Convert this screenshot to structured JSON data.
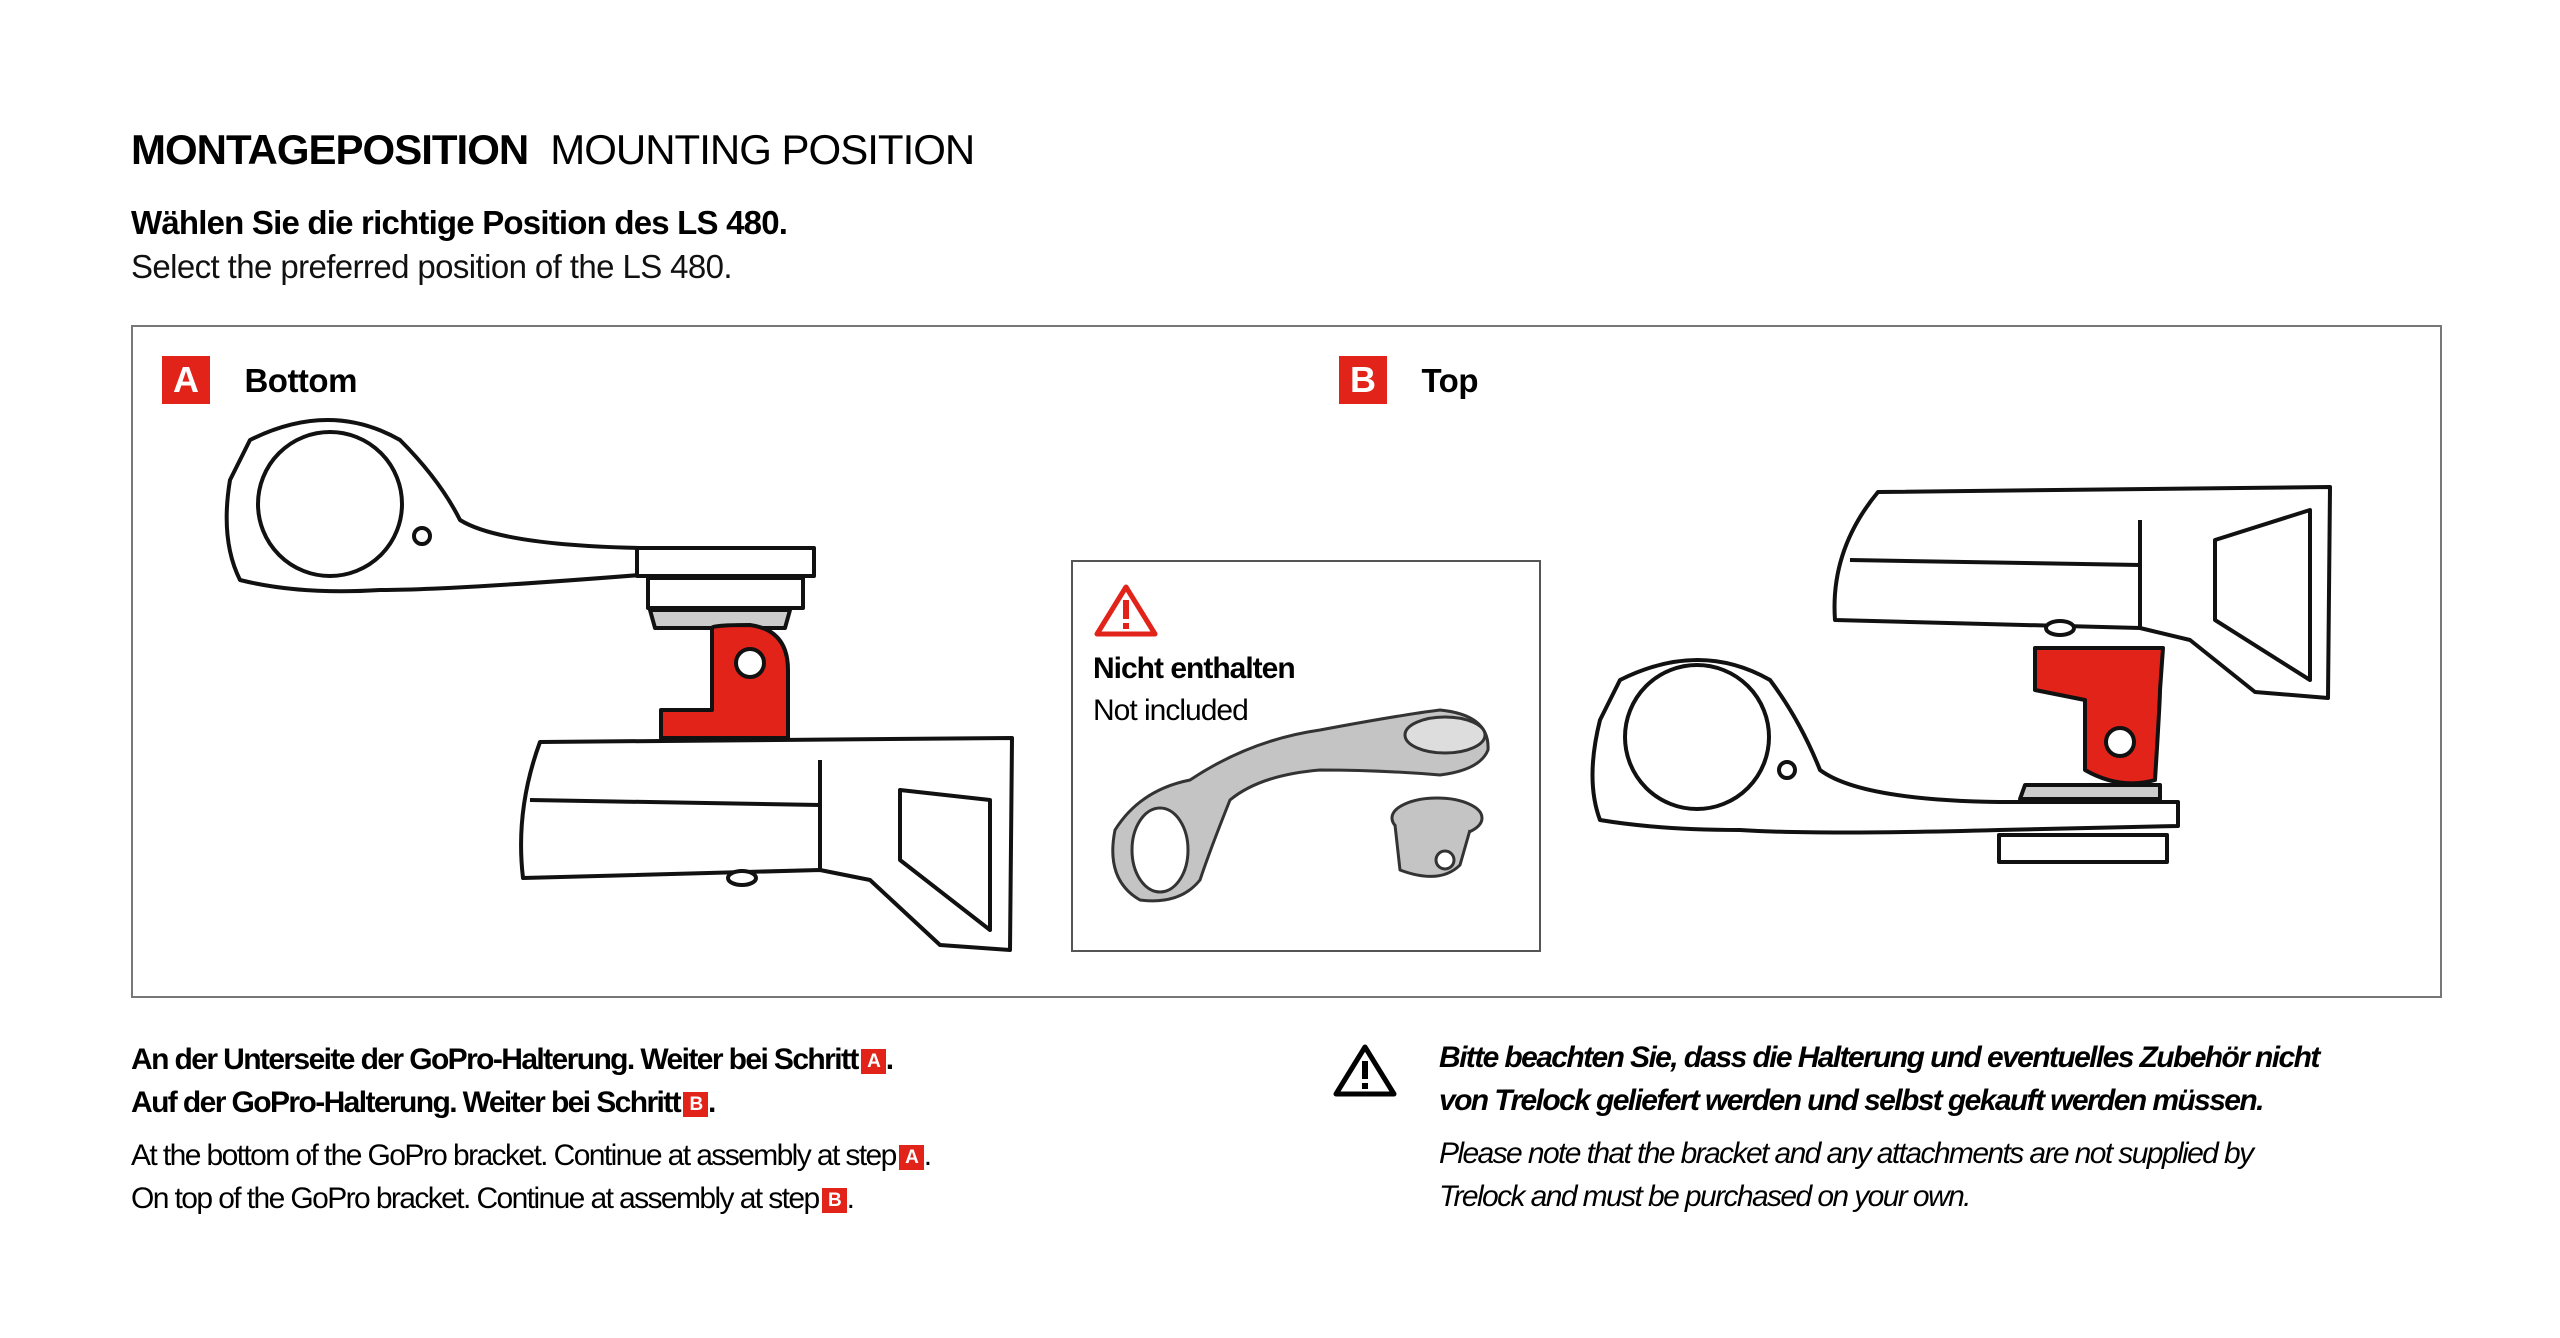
{
  "header": {
    "title_de": "MONTAGEPOSITION",
    "title_en": "MOUNTING POSITION",
    "subtitle_de": "Wählen Sie die richtige Position des LS 480.",
    "subtitle_en": "Select the preferred position of the LS 480."
  },
  "options": [
    {
      "badge": "A",
      "label": "Bottom"
    },
    {
      "badge": "B",
      "label": "Top"
    }
  ],
  "not_included": {
    "icon": "warning-triangle-icon",
    "de": "Nicht enthalten",
    "en": "Not included"
  },
  "instructions": [
    {
      "text": "An der Unterseite der GoPro-Halterung. Weiter bei Schritt",
      "step": "A",
      "end": "."
    },
    {
      "text": "Auf der GoPro-Halterung. Weiter bei Schritt",
      "step": "B",
      "end": "."
    },
    {
      "text": "At the bottom of the GoPro bracket. Continue at assembly at step",
      "step": "A",
      "end": "."
    },
    {
      "text": "On top of the GoPro bracket. Continue at assembly at step",
      "step": "B",
      "end": "."
    }
  ],
  "notice": {
    "icon": "warning-triangle-icon",
    "de_1": "Bitte beachten Sie, dass die Halterung und eventuelles Zubehör nicht",
    "de_2": "von Trelock geliefert werden und selbst gekauft werden müssen.",
    "en_1": "Please note that the bracket and any attachments are not supplied by",
    "en_2": "Trelock and must be purchased on your own."
  },
  "colors": {
    "accent": "#e2231a",
    "border": "#777777",
    "mount_gray": "#bdbdbd"
  }
}
